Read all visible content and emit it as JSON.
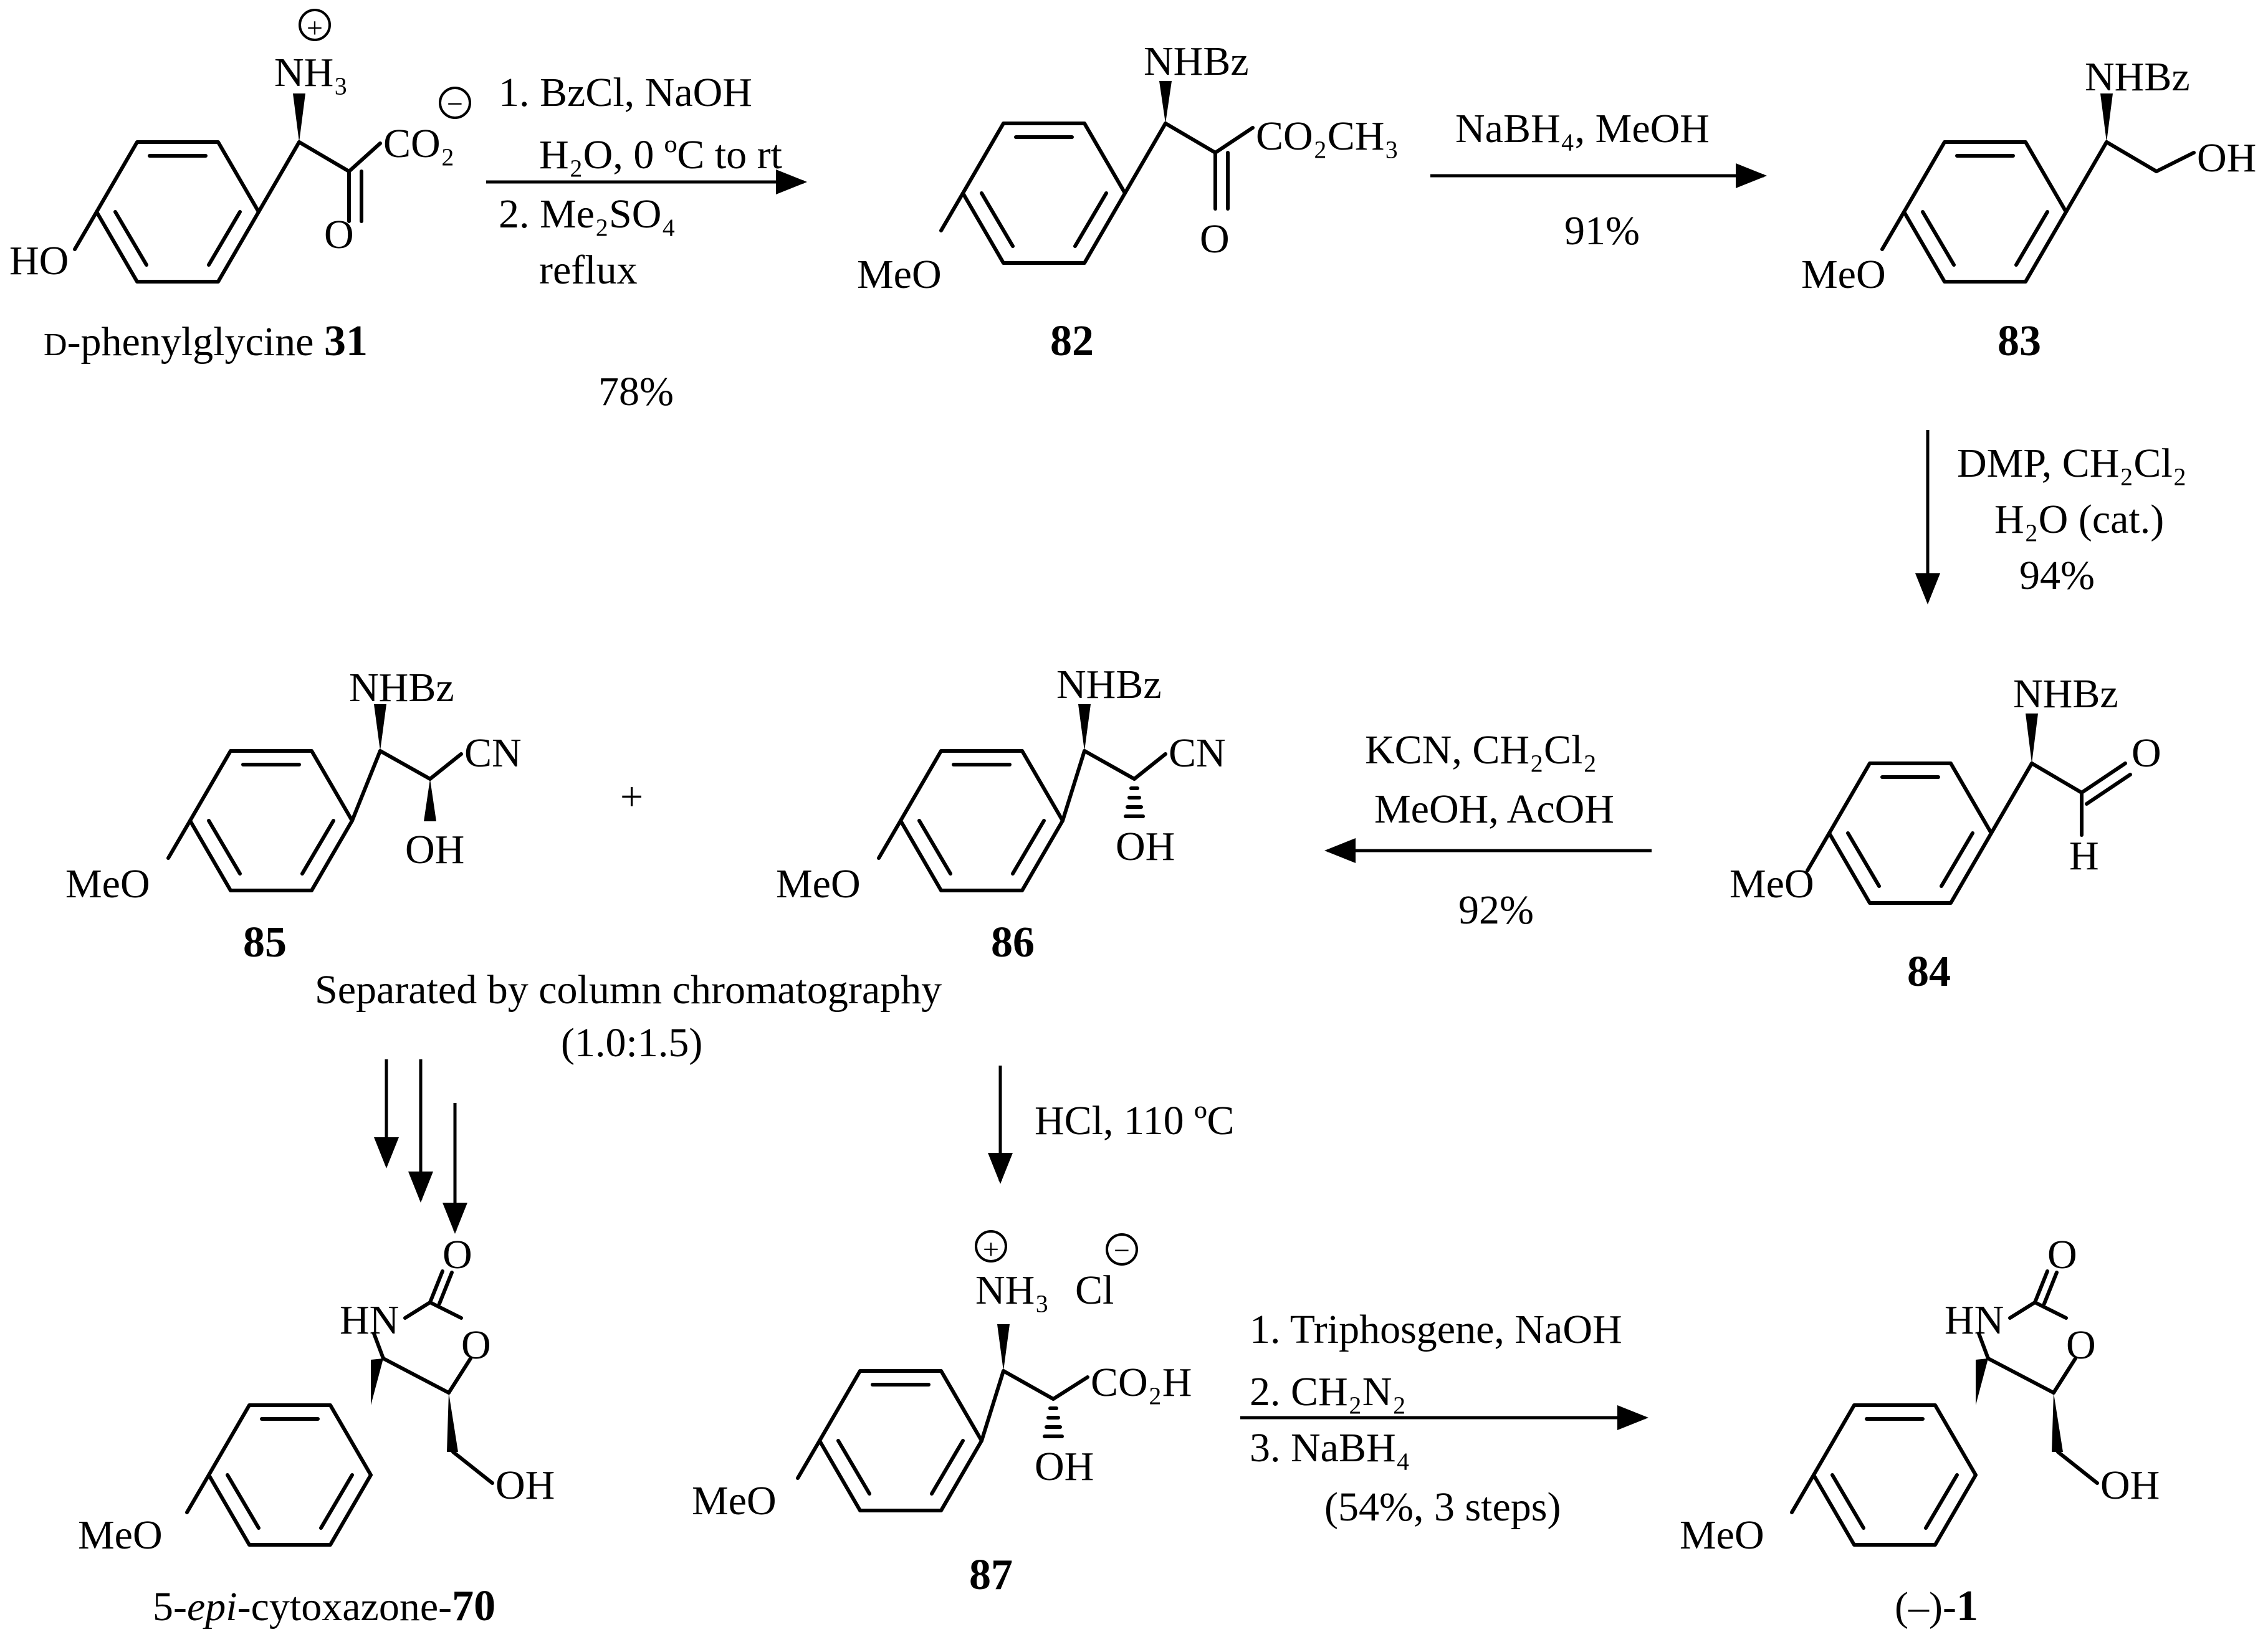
{
  "scheme": {
    "steps": {
      "s1": {
        "line1": "1. BzCl, NaOH",
        "line2": "H₂O, 0 ºC to rt",
        "line3": "2. Me₂SO₄",
        "line4": "reflux",
        "yield": "78%"
      },
      "s2": {
        "reagent": "NaBH₄, MeOH",
        "yield": "91%"
      },
      "s3": {
        "line1": "DMP, CH₂Cl₂",
        "line2": "H₂O (cat.)",
        "yield": "94%"
      },
      "s4": {
        "line1": "KCN, CH₂Cl₂",
        "line2": "MeOH, AcOH",
        "yield": "92%"
      },
      "s5": {
        "reagent": "HCl, 110 ºC"
      },
      "s6": {
        "line1": "1. Triphosgene, NaOH",
        "line2": "2. CH₂N₂",
        "line3": "3. NaBH₄",
        "yield": "(54%, 3 steps)"
      }
    },
    "separation": {
      "line1": "Separated by column chromatography",
      "line2": "(1.0:1.5)"
    },
    "plus": "+",
    "compounds": {
      "c31": {
        "prefix": "D",
        "name": "-phenylglycine ",
        "num": "31"
      },
      "c82": {
        "num": "82"
      },
      "c83": {
        "num": "83"
      },
      "c84": {
        "num": "84"
      },
      "c85": {
        "num": "85"
      },
      "c86": {
        "num": "86"
      },
      "c87": {
        "num": "87"
      },
      "c70": {
        "pre": "5-",
        "epi": "epi",
        "mid": "-cytoxazone-",
        "num": "70"
      },
      "c1": {
        "pre": "(–)-",
        "num": "1"
      }
    },
    "atoms": {
      "nh3": "NH₃",
      "co2": "CO₂",
      "ho": "HO",
      "o": "O",
      "nhbz": "NHBz",
      "co2ch3": "CO₂CH₃",
      "meo": "MeO",
      "oh": "OH",
      "cn": "CN",
      "h": "H",
      "co2h": "CO₂H",
      "cl": "Cl",
      "hn": "HN",
      "plus_charge": "+",
      "minus_charge": "−"
    }
  }
}
